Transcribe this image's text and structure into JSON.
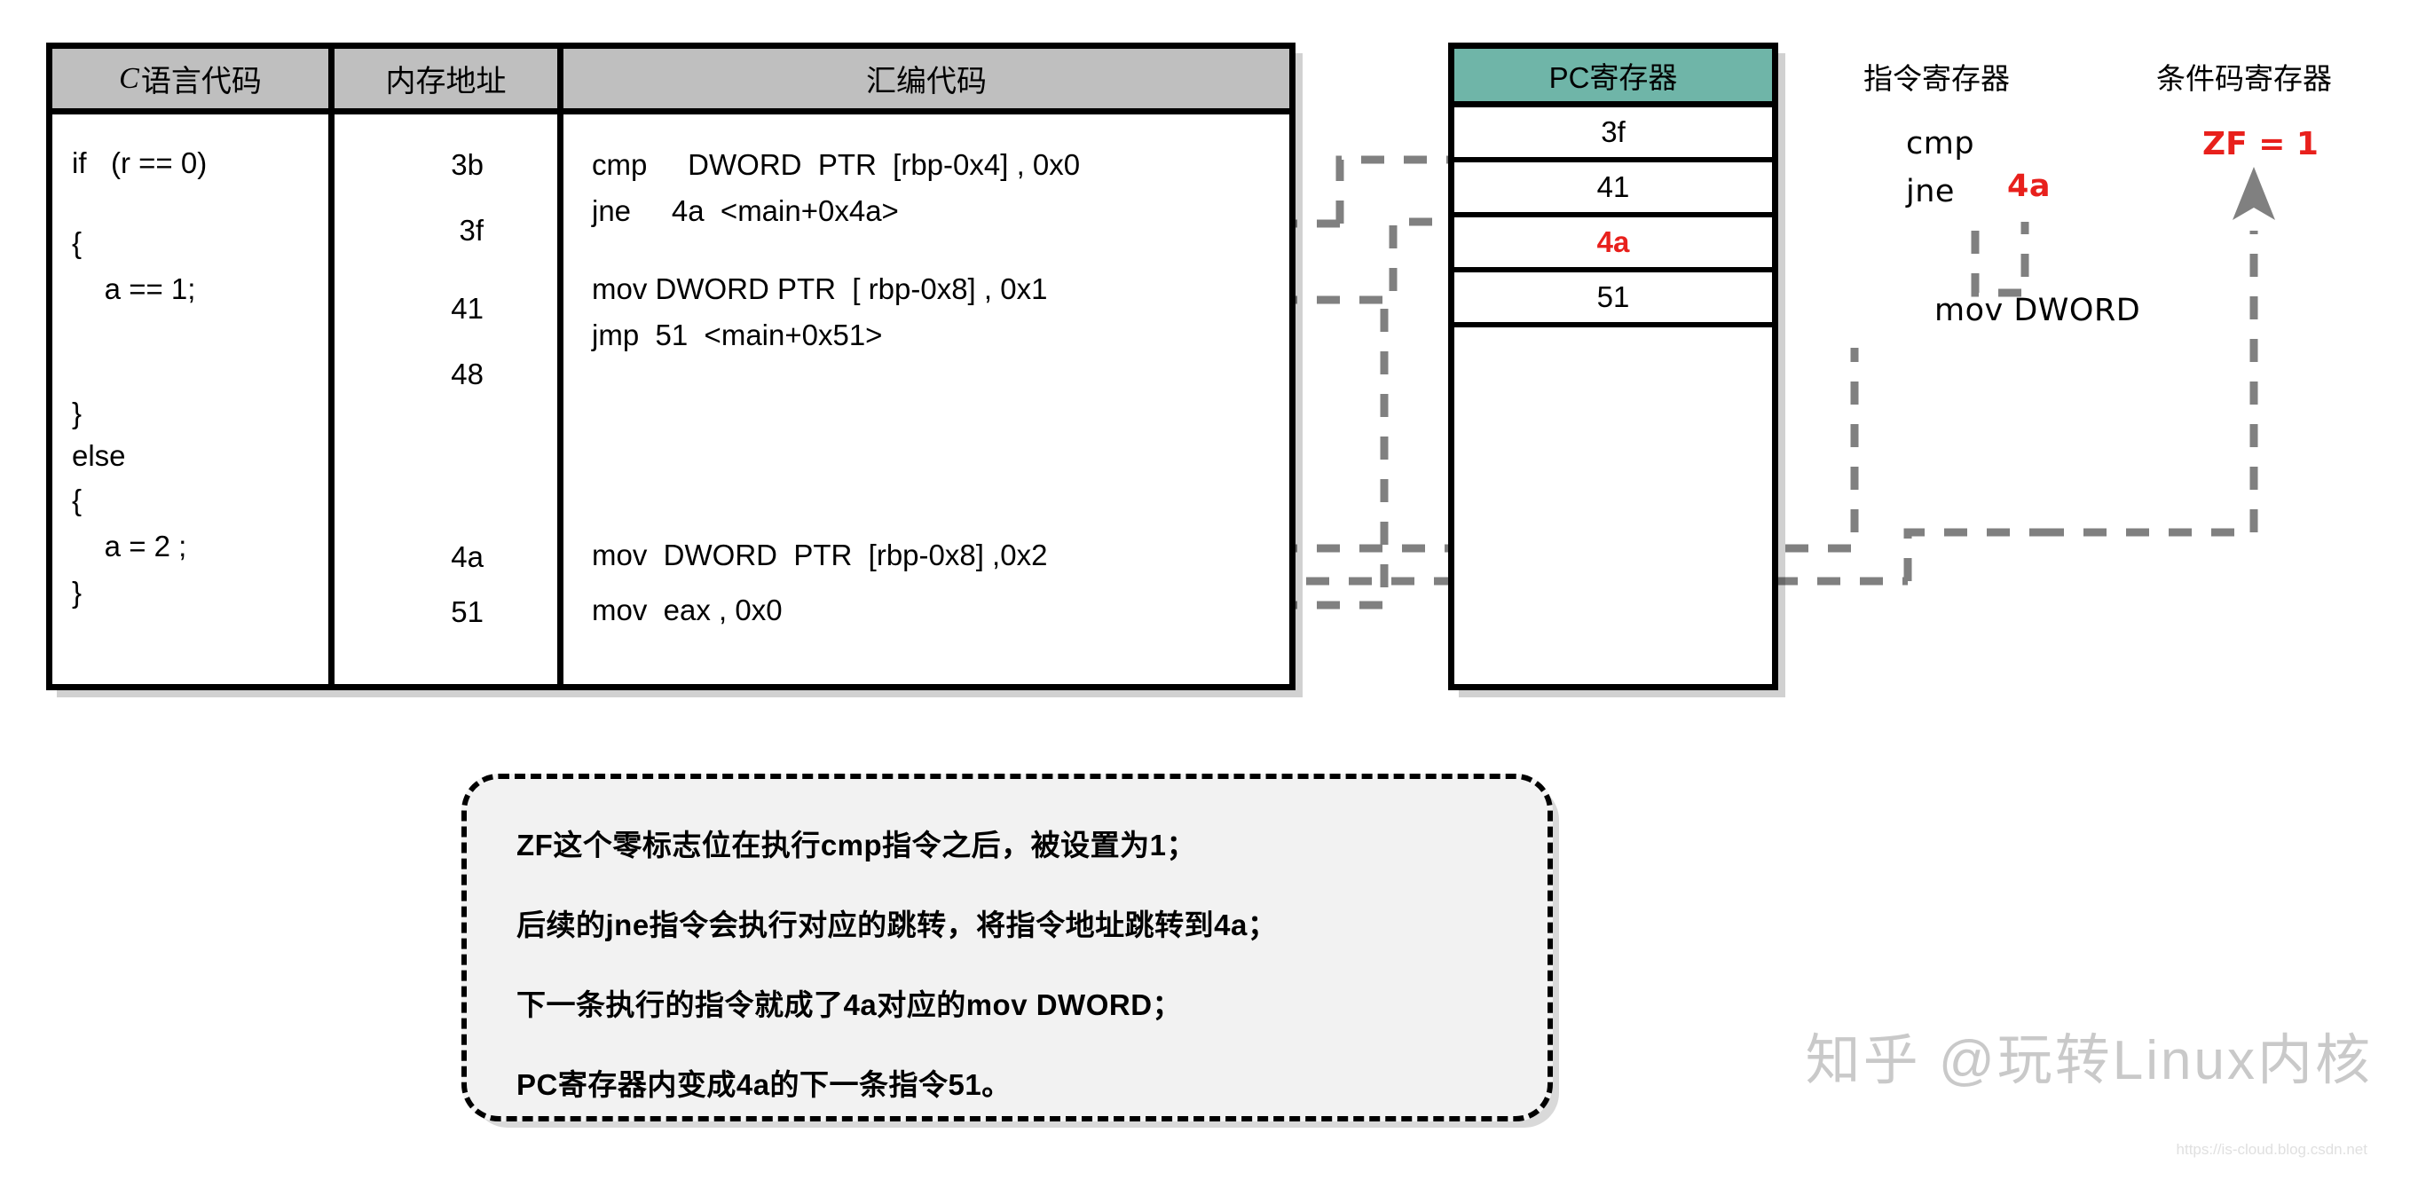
{
  "table": {
    "headers": {
      "c_code": "C语言代码",
      "memory_address": "内存地址",
      "assembly": "汇编代码"
    },
    "c_code_lines": [
      "if   (r == 0)",
      "{",
      "    a == 1;",
      "}",
      "else",
      "{",
      "    a = 2 ;",
      "}"
    ],
    "addresses": [
      "3b",
      "3f",
      "41",
      "48",
      "4a",
      "51"
    ],
    "assembly_lines": [
      "cmp     DWORD  PTR  [rbp-0x4] , 0x0",
      "jne     4a  <main+0x4a>",
      "mov DWORD PTR  [ rbp-0x8] , 0x1",
      "jmp  51  <main+0x51>",
      "mov  DWORD  PTR  [rbp-0x8] ,0x2",
      "mov  eax , 0x0"
    ]
  },
  "pc_register": {
    "title": "PC寄存器",
    "values": [
      "3f",
      "41",
      "4a",
      "51"
    ],
    "highlighted_value": "4a",
    "highlight_color": "#e8201c",
    "header_color": "#6fb5a8"
  },
  "instruction_register": {
    "title": "指令寄存器",
    "line1": "cmp",
    "line2": "jne",
    "line2_target": "4a",
    "line3": "mov DWORD"
  },
  "condition_code_register": {
    "title": "条件码寄存器",
    "flag": "ZF = 1",
    "flag_color": "#e8201c"
  },
  "callout": {
    "lines": [
      "ZF这个零标志位在执行cmp指令之后，被设置为1；",
      "后续的jne指令会执行对应的跳转，将指令地址跳转到4a；",
      "下一条执行的指令就成了4a对应的mov DWORD；",
      "PC寄存器内变成4a的下一条指令51。"
    ]
  },
  "watermark": {
    "text": "知乎 @玩转Linux内核",
    "url": "https://is-cloud.blog.csdn.net"
  }
}
